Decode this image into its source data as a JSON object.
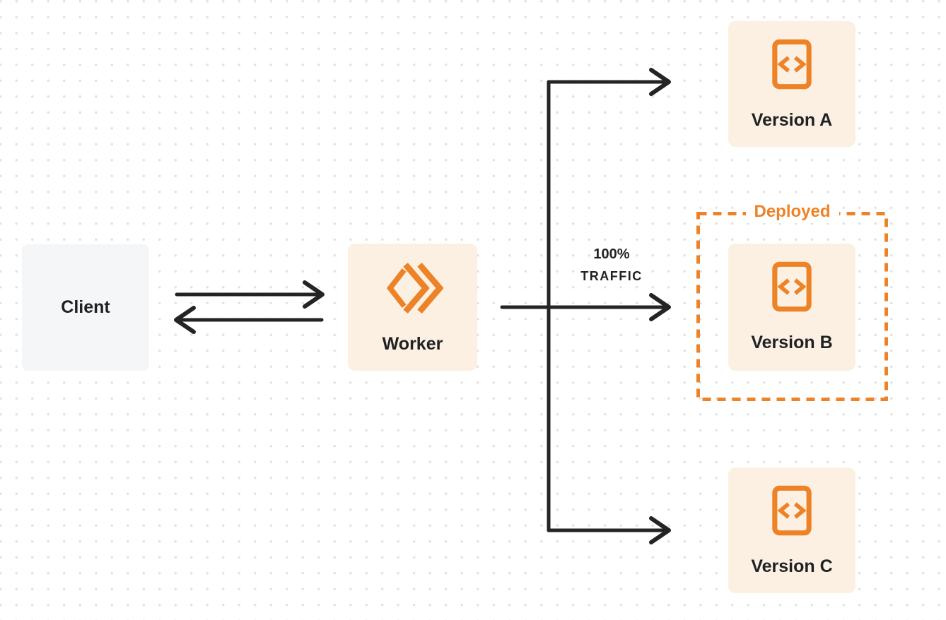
{
  "title": "Worker traffic routing diagram",
  "colors": {
    "accent": "#ED8226",
    "ink": "#242424",
    "text": "#1F2124",
    "node_cream": "#FBF0E1",
    "client_gray": "#F5F6F7",
    "dot": "#E2E2E3",
    "background": "#FFFFFF"
  },
  "nodes": {
    "client": {
      "label": "Client",
      "icon": null
    },
    "worker": {
      "label": "Worker",
      "icon": "workers-logo-icon"
    },
    "version_a": {
      "label": "Version A",
      "icon": "code-file-icon"
    },
    "version_b": {
      "label": "Version B",
      "icon": "code-file-icon"
    },
    "version_c": {
      "label": "Version C",
      "icon": "code-file-icon"
    }
  },
  "annotations": {
    "deployed": {
      "label": "Deployed",
      "around": "version_b"
    },
    "traffic": {
      "line1": "100%",
      "line2": "TRAFFIC",
      "on_edge": "worker-to-version-b"
    }
  },
  "edges": [
    {
      "name": "client-to-worker",
      "direction": "right"
    },
    {
      "name": "worker-to-client",
      "direction": "left"
    },
    {
      "name": "worker-to-version-a",
      "direction": "right"
    },
    {
      "name": "worker-to-version-b",
      "direction": "right",
      "label": "100% TRAFFIC"
    },
    {
      "name": "worker-to-version-c",
      "direction": "right"
    }
  ]
}
